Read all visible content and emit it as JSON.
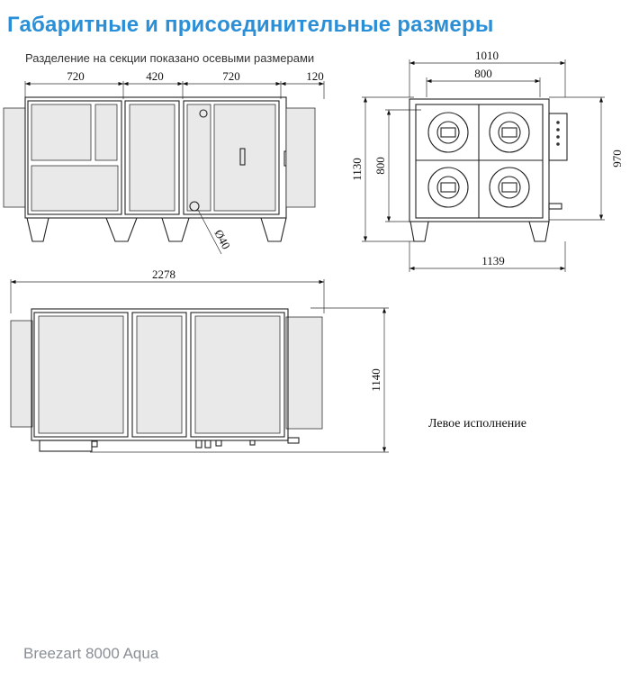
{
  "header": {
    "title": "Габаритные и присоединительные размеры",
    "subtitle": "Разделение на секции показано осевыми размерами"
  },
  "front_view": {
    "dims": [
      "720",
      "420",
      "720",
      "120"
    ],
    "diameter": "Ø40"
  },
  "side_view": {
    "width_total": "1010",
    "width_inner": "800",
    "height_total": "1130",
    "height_inner": "800",
    "height_body": "970",
    "base_width": "1139"
  },
  "top_view": {
    "length": "2278",
    "height": "1140",
    "note": "Левое исполнение"
  },
  "footer": {
    "model": "Breezart 8000 Aqua"
  }
}
